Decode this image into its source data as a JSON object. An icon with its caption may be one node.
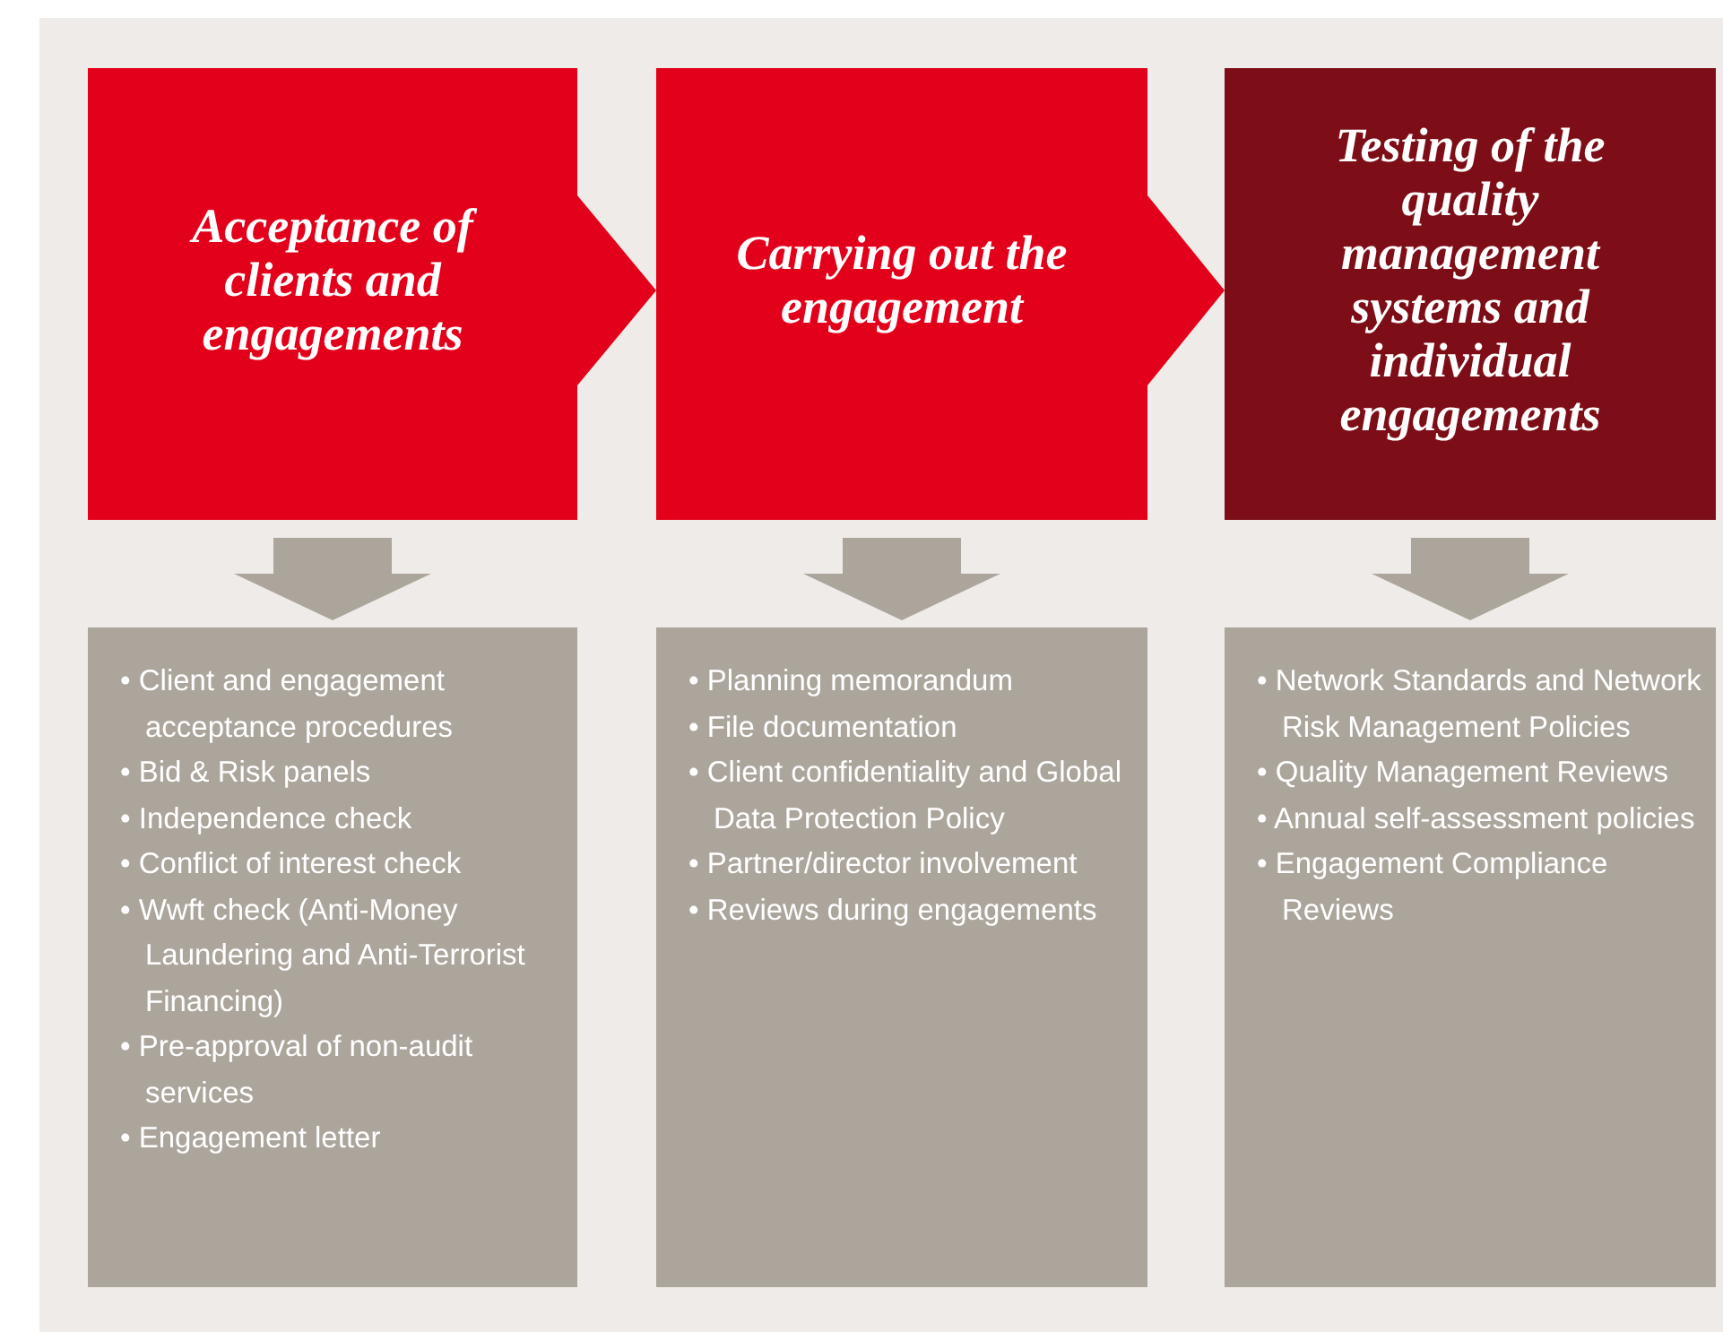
{
  "diagram": {
    "nodes": [
      {
        "text": [
          "Acceptance of clients and engagements"
        ]
      },
      {
        "text": [
          "Carrying out the engagement"
        ]
      },
      {
        "text": [
          "Testing of the quality management systems and individual engagements"
        ]
      },
      {
        "text": [
          "• Client and engagement acceptance procedures",
          "• Bid & Risk panels",
          "• Independence check",
          "• Conflict of interest check",
          "• Wwft check (Anti-Money Laundering and Anti-Terrorist Financing)",
          "• Pre-approval of non-audit services",
          "• Engagement letter"
        ]
      },
      {
        "text": [
          "• Planning memorandum",
          "• File documentation",
          "• Client confidentiality and Global Data Protection Policy",
          "• Partner/director involvement",
          "• Reviews during engagements"
        ]
      },
      {
        "text": [
          "• Network Standards and Network Risk Management Policies",
          "• Quality Management Reviews",
          "• Annual self-assessment policies",
          "• Engagement Compliance Reviews"
        ]
      }
    ],
    "edges": [
      {
        "from": 0,
        "to": 1,
        "arrow": "to",
        "color": "#e3001b"
      },
      {
        "from": 1,
        "to": 2,
        "arrow": "to",
        "color": "#e3001b"
      },
      {
        "from": 0,
        "to": 3,
        "arrow": "to"
      },
      {
        "from": 1,
        "to": 4,
        "arrow": "to"
      },
      {
        "from": 2,
        "to": 5,
        "arrow": "to"
      }
    ]
  }
}
